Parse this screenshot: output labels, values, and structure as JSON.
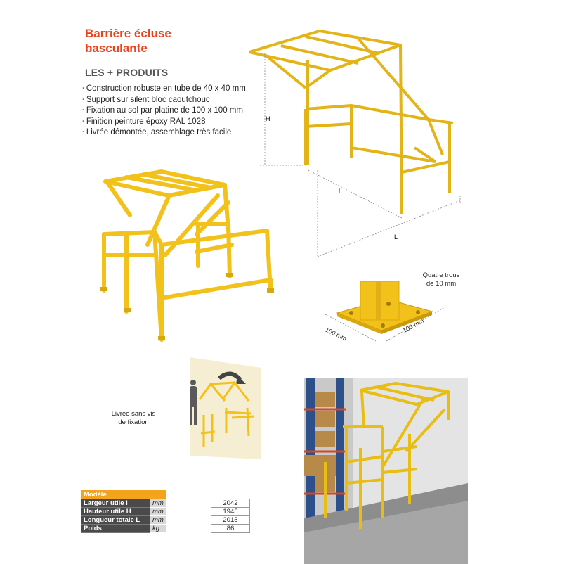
{
  "title_line1": "Barrière écluse",
  "title_line2": "basculante",
  "subtitle": "LES + PRODUITS",
  "features": [
    "Construction robuste en tube de 40 x 40 mm",
    "Support sur silent bloc caoutchouc",
    "Fixation au sol par platine de 100 x 100 mm",
    "Finition peinture époxy RAL 1028",
    "Livrée démontée, assemblage très facile"
  ],
  "dimensions": {
    "h": "H",
    "l_small": "l",
    "l_big": "L"
  },
  "plate": {
    "note_line1": "Quatre trous",
    "note_line2": "de 10 mm",
    "width": "100 mm",
    "depth": "100 mm"
  },
  "delivery_note_line1": "Livrée sans vis",
  "delivery_note_line2": "de fixation",
  "table": {
    "header": "Modèle",
    "rows": [
      {
        "label": "Largeur utile l",
        "unit": "mm",
        "value": "2042"
      },
      {
        "label": "Hauteur utile H",
        "unit": "mm",
        "value": "1945"
      },
      {
        "label": "Longueur totale L",
        "unit": "mm",
        "value": "2015"
      },
      {
        "label": "Poids",
        "unit": "kg",
        "value": "86"
      }
    ]
  },
  "colors": {
    "accent": "#e8431d",
    "barrier_yellow": "#f2c21a",
    "table_header": "#f4a31c"
  },
  "icons": [
    "rotation-arrow-icon",
    "person-silhouette-icon"
  ]
}
